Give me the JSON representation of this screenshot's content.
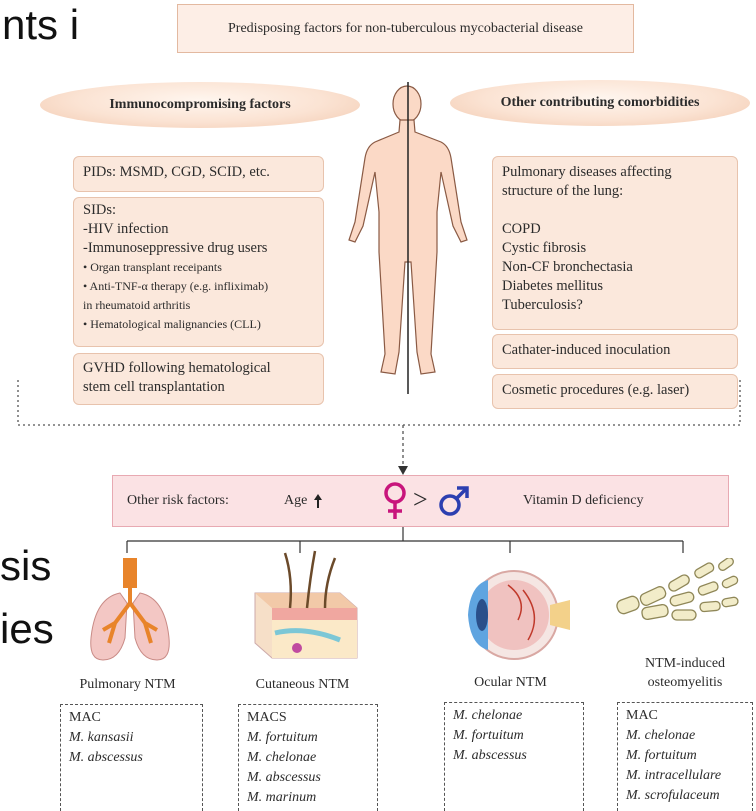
{
  "slide_fragments": {
    "top": "nts i",
    "mid1": "sis",
    "mid2": "ies"
  },
  "title": "Predisposing factors for non-tuberculous mycobacterial disease",
  "left_header": "Immunocompromising factors",
  "right_header": "Other contributing comorbidities",
  "left_boxes": {
    "pids": "PIDs: MSMD, CGD, SCID, etc.",
    "sids": {
      "heading": "SIDs:",
      "lines": [
        "-HIV infection",
        "-Immunoseppressive drug users"
      ],
      "bullets": [
        "• Organ transplant receipants",
        "• Anti-TNF-α therapy (e.g. infliximab)",
        "in rheumatoid arthritis",
        "• Hematological malignancies (CLL)"
      ]
    },
    "gvhd": [
      "GVHD following hematological",
      "stem cell transplantation"
    ]
  },
  "right_boxes": {
    "pulmonary": {
      "heading": [
        "Pulmonary diseases affecting",
        "structure of the lung:"
      ],
      "items": [
        "COPD",
        "Cystic fibrosis",
        "Non-CF bronchectasia",
        "Diabetes mellitus",
        "Tuberculosis?"
      ]
    },
    "catheter": "Cathater-induced inoculation",
    "cosmetic": "Cosmetic procedures (e.g. laser)"
  },
  "risk": {
    "label": "Other risk factors:",
    "age": "Age",
    "comparison": ">",
    "vitamin": "Vitamin D deficiency"
  },
  "organs": [
    {
      "caption": [
        "Pulmonary NTM"
      ],
      "organisms": [
        "MAC",
        "M. kansasii",
        "M. abscessus"
      ],
      "italic": [
        false,
        true,
        true
      ]
    },
    {
      "caption": [
        "Cutaneous NTM"
      ],
      "organisms": [
        "MACS",
        "M. fortuitum",
        "M. chelonae",
        "M. abscessus",
        "M. marinum"
      ],
      "italic": [
        false,
        true,
        true,
        true,
        true
      ]
    },
    {
      "caption": [
        "Ocular NTM"
      ],
      "organisms": [
        "M. chelonae",
        "M. fortuitum",
        "M. abscessus"
      ],
      "italic": [
        true,
        true,
        true
      ]
    },
    {
      "caption": [
        "NTM-induced",
        "osteomyelitis"
      ],
      "organisms": [
        "MAC",
        "M. chelonae",
        "M. fortuitum",
        "M. intracellulare",
        "M. scrofulaceum"
      ],
      "italic": [
        false,
        true,
        true,
        true,
        true
      ]
    }
  ],
  "colors": {
    "peach": "#fbe8dc",
    "pink_box": "#fbe2e4",
    "female": "#c8157c",
    "male": "#2c3fb0"
  }
}
